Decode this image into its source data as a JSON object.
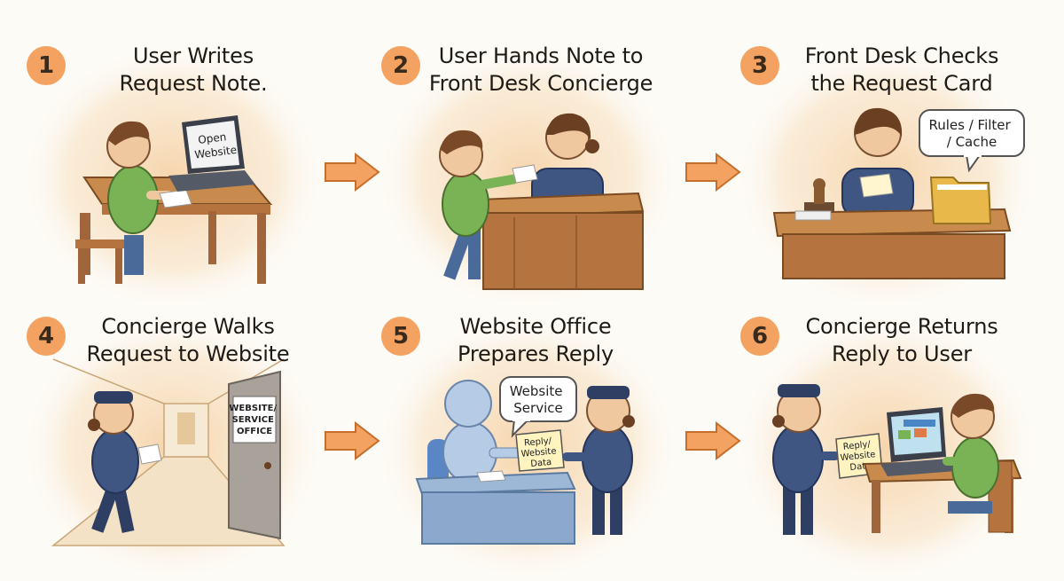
{
  "steps": [
    {
      "number": "1",
      "title": "User Writes\nRequest Note.",
      "labels": [
        "Open\nWebsite"
      ]
    },
    {
      "number": "2",
      "title": "User Hands Note to\nFront Desk Concierge",
      "labels": []
    },
    {
      "number": "3",
      "title": "Front Desk Checks\nthe Request Card",
      "labels": [
        "Rules / Filter\n/ Cache"
      ]
    },
    {
      "number": "4",
      "title": "Concierge Walks\nRequest to Website",
      "labels": [
        "WEBSITE/\nSERVICE\nOFFICE"
      ]
    },
    {
      "number": "5",
      "title": "Website Office\nPrepares Reply",
      "labels": [
        "Website\nService",
        "Reply/\nWebsite\nData"
      ]
    },
    {
      "number": "6",
      "title": "Concierge Returns\nReply to User",
      "labels": [
        "Reply/\nWebsite\nData"
      ]
    }
  ],
  "colors": {
    "badge": "#f4a261",
    "arrow": "#f4a261",
    "glow": "#f6d3a8"
  }
}
